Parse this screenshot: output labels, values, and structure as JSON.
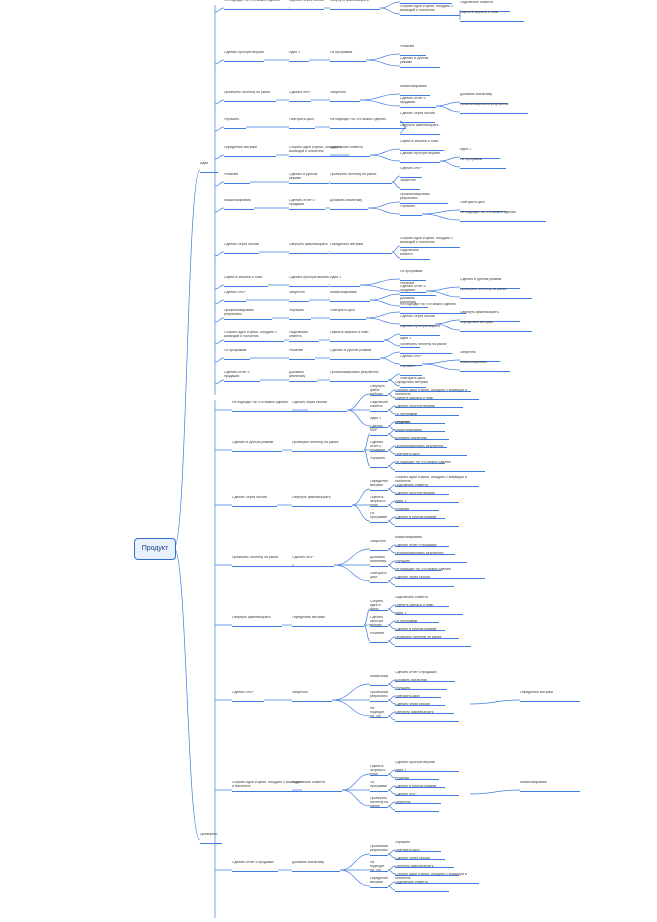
{
  "root": {
    "label": "Продукт"
  },
  "colors": {
    "line": "#3f7be0",
    "accent": "#2f6fd0",
    "root_fill": "#e9f1ff",
    "background": "#ffffff"
  },
  "branches": [
    {
      "label": "Идеи"
    },
    {
      "label": "Проверено"
    }
  ],
  "nodes": [
    {
      "text": "Не подходит ли, что можно сделать",
      "w": 66
    },
    {
      "text": "Сделать через сессии",
      "w": 35
    },
    {
      "text": "Свернуть файл/выбрать",
      "w": 40
    },
    {
      "text": "Определить метрики",
      "w": 52
    },
    {
      "text": "Собрать идеи и фичи, обсудить с командой и посчитать",
      "w": 60
    },
    {
      "text": "Подключить клиента",
      "w": 30
    },
    {
      "text": "Оценить затраты и план",
      "w": 44
    },
    {
      "text": "Сделать простую версию",
      "w": 40
    },
    {
      "text": "Идея 1",
      "w": 20
    },
    {
      "text": "По программе",
      "w": 26
    },
    {
      "text": "Решение",
      "w": 26
    },
    {
      "text": "Сделать в ручном режиме",
      "w": 40
    },
    {
      "text": "Проверить гипотезу на рынке",
      "w": 52
    },
    {
      "text": "Сделать MVP",
      "w": 22
    },
    {
      "text": "Запустить",
      "w": 20
    },
    {
      "text": "Масштабировать",
      "w": 30
    },
    {
      "text": "Сделать отчет о продажах",
      "w": 36
    },
    {
      "text": "Добавить аналитику",
      "w": 28
    },
    {
      "text": "Проанализировать результаты",
      "w": 48
    },
    {
      "text": "Улучшить",
      "w": 22
    },
    {
      "text": "Повторить цикл",
      "w": 26
    }
  ]
}
